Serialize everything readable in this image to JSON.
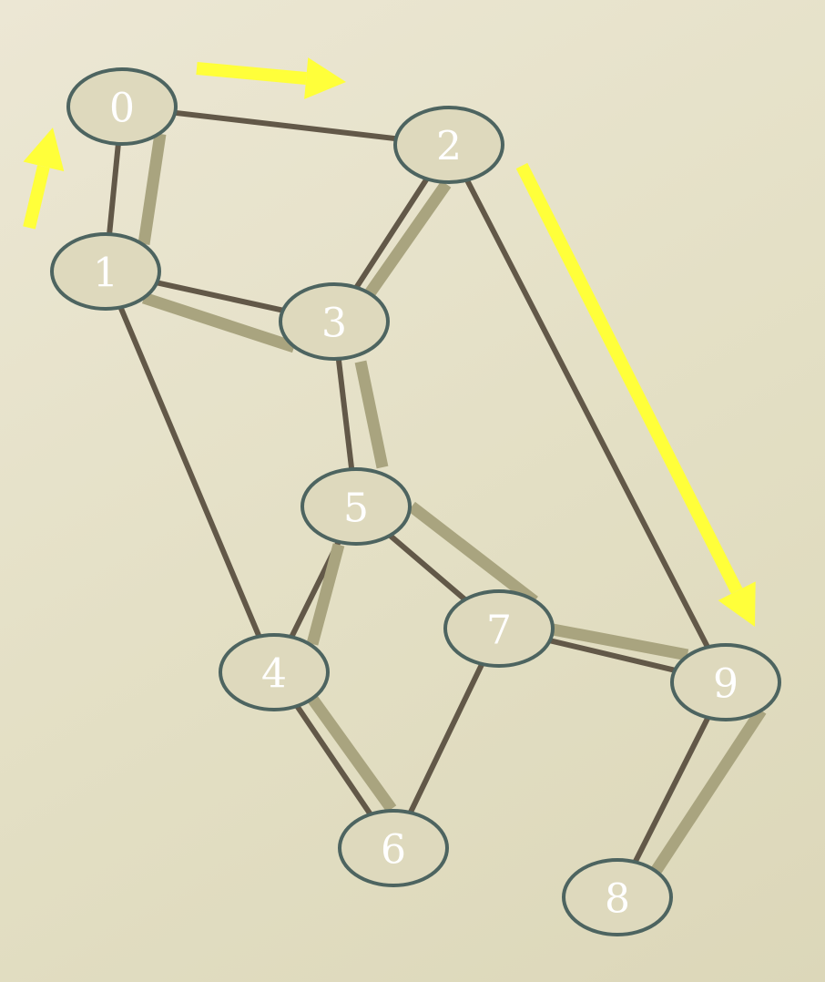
{
  "graph": {
    "nodes": [
      {
        "id": "0",
        "label": "0"
      },
      {
        "id": "1",
        "label": "1"
      },
      {
        "id": "2",
        "label": "2"
      },
      {
        "id": "3",
        "label": "3"
      },
      {
        "id": "4",
        "label": "4"
      },
      {
        "id": "5",
        "label": "5"
      },
      {
        "id": "6",
        "label": "6"
      },
      {
        "id": "7",
        "label": "7"
      },
      {
        "id": "8",
        "label": "8"
      },
      {
        "id": "9",
        "label": "9"
      }
    ],
    "edges": [
      {
        "from": "0",
        "to": "1"
      },
      {
        "from": "0",
        "to": "2"
      },
      {
        "from": "1",
        "to": "3"
      },
      {
        "from": "1",
        "to": "4"
      },
      {
        "from": "2",
        "to": "3"
      },
      {
        "from": "2",
        "to": "9"
      },
      {
        "from": "3",
        "to": "5"
      },
      {
        "from": "5",
        "to": "4"
      },
      {
        "from": "5",
        "to": "7"
      },
      {
        "from": "4",
        "to": "6"
      },
      {
        "from": "6",
        "to": "7"
      },
      {
        "from": "7",
        "to": "9"
      },
      {
        "from": "9",
        "to": "8"
      }
    ],
    "highlighted_edges": [
      {
        "from": "0",
        "to": "1"
      },
      {
        "from": "1",
        "to": "3"
      },
      {
        "from": "3",
        "to": "2"
      },
      {
        "from": "3",
        "to": "5"
      },
      {
        "from": "5",
        "to": "4"
      },
      {
        "from": "4",
        "to": "6"
      },
      {
        "from": "5",
        "to": "7"
      },
      {
        "from": "7",
        "to": "9"
      },
      {
        "from": "9",
        "to": "8"
      }
    ],
    "traversal_arrows": [
      {
        "from": "1",
        "to": "0"
      },
      {
        "from": "0",
        "to": "2"
      },
      {
        "from": "2",
        "to": "9"
      }
    ],
    "colors": {
      "background": "#e6e1c8",
      "edge": "#625848",
      "highlighted_edge": "#a9a47f",
      "arrow": "#ffff3a",
      "node_border": "#4d6460",
      "node_fill": "#ded9bd",
      "label": "#ffffff"
    }
  }
}
